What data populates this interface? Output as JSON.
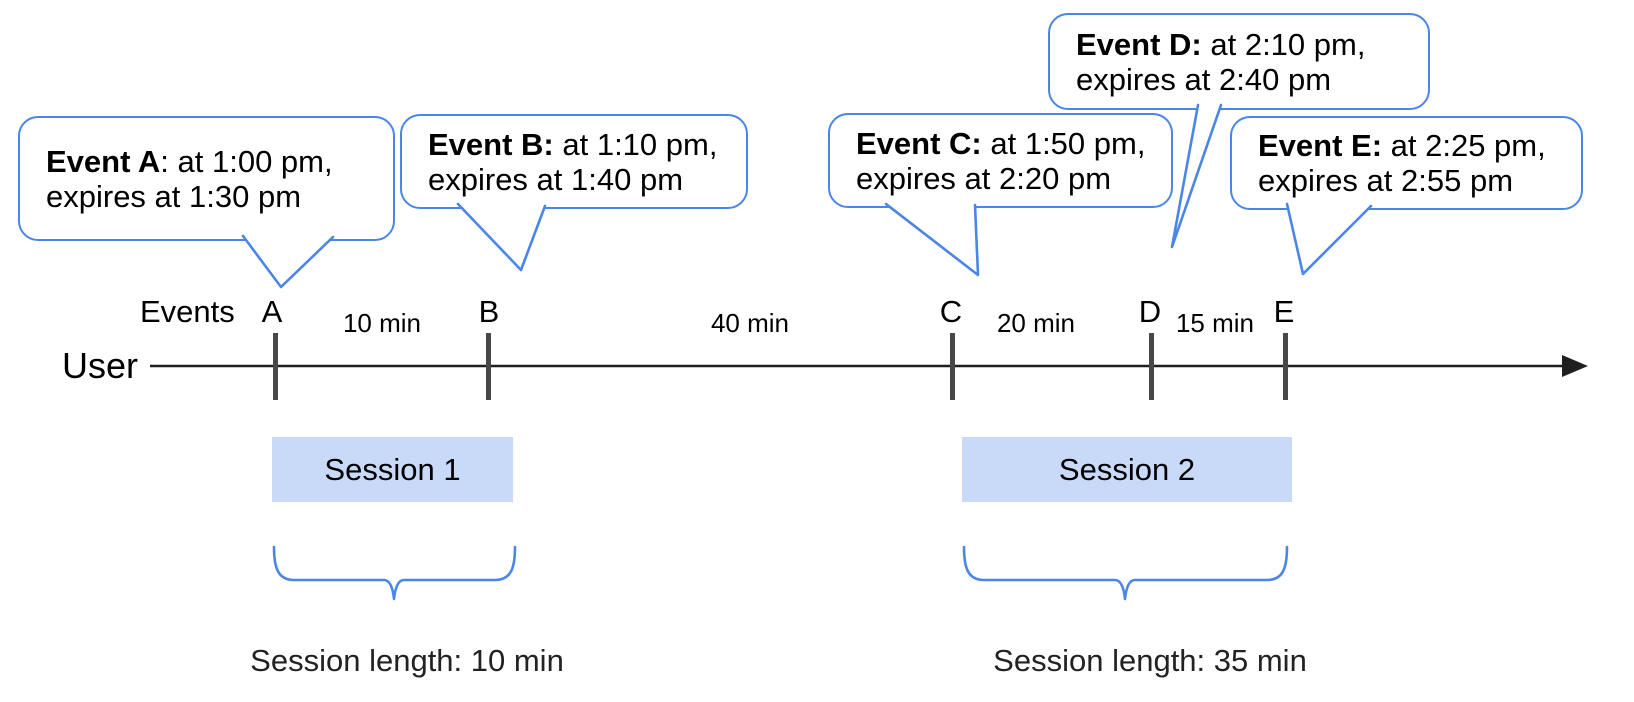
{
  "bubbles": [
    {
      "id": "A",
      "bold": "Event A",
      "rest": ": at 1:00 pm,",
      "line2": "expires at 1:30 pm"
    },
    {
      "id": "B",
      "bold": "Event B:",
      "rest": " at 1:10 pm,",
      "line2": "expires at 1:40 pm"
    },
    {
      "id": "C",
      "bold": "Event C:",
      "rest": " at 1:50 pm,",
      "line2": "expires at 2:20 pm"
    },
    {
      "id": "D",
      "bold": "Event D:",
      "rest": " at 2:10 pm,",
      "line2": "expires at 2:40 pm"
    },
    {
      "id": "E",
      "bold": "Event E:",
      "rest": " at 2:25 pm,",
      "line2": "expires at 2:55 pm"
    }
  ],
  "timeline": {
    "events_label": "Events",
    "user_label": "User",
    "letters": [
      "A",
      "B",
      "C",
      "D",
      "E"
    ],
    "intervals": [
      "10 min",
      "40 min",
      "20 min",
      "15 min"
    ]
  },
  "sessions": [
    {
      "label": "Session 1",
      "length_label": "Session length: 10 min"
    },
    {
      "label": "Session 2",
      "length_label": "Session length: 35 min"
    }
  ],
  "colors": {
    "accent_blue": "#4a86e8",
    "session_fill": "#c9daf8",
    "tick_gray": "#484848",
    "line_black": "#1f1f1f"
  }
}
